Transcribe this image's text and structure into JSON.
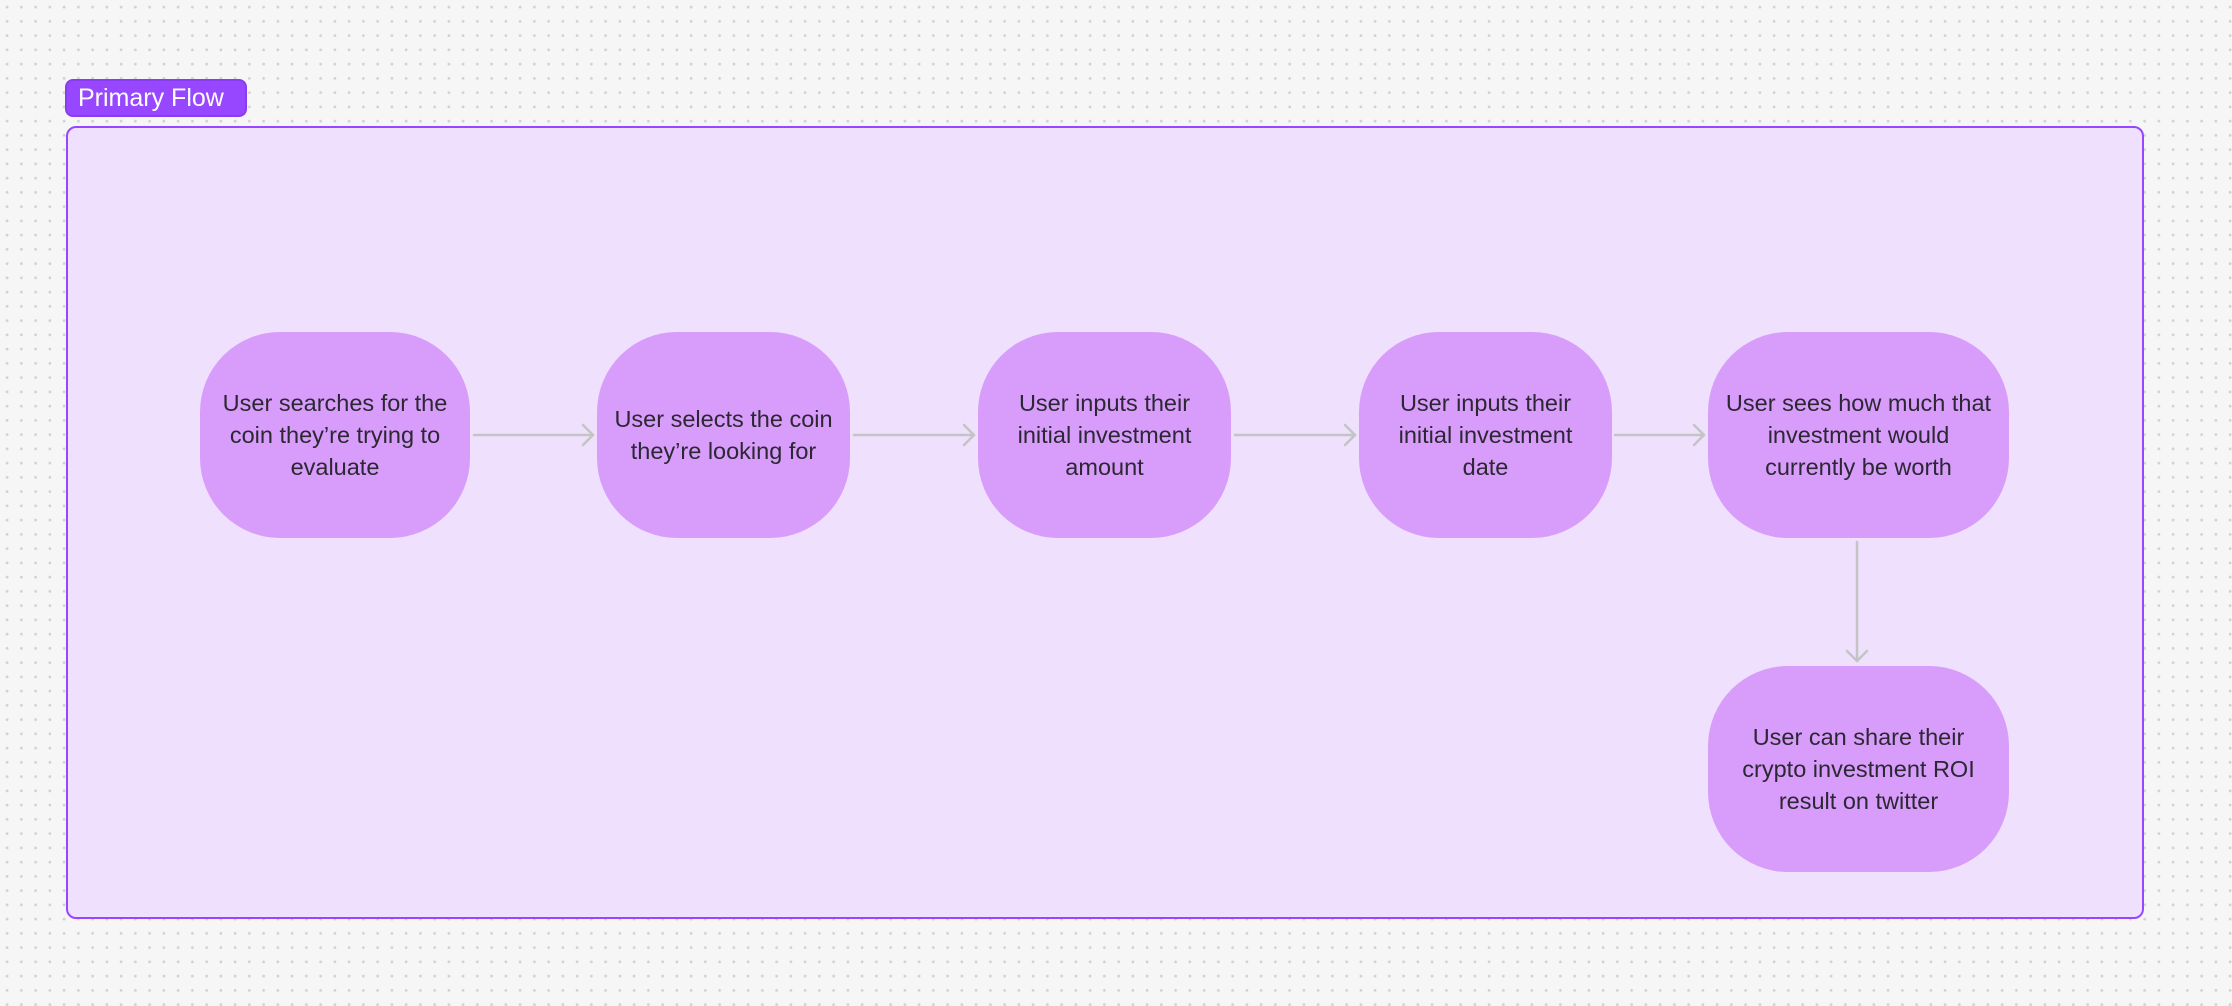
{
  "section": {
    "label": "Primary Flow"
  },
  "colors": {
    "section_accent": "#9747ff",
    "section_fill": "#efe0fd",
    "node_fill": "#d89cfb",
    "connector": "#c4c4c4",
    "node_text": "#2b2733"
  },
  "nodes": [
    {
      "id": "search",
      "text": "User searches for the coin they’re trying to evaluate"
    },
    {
      "id": "select",
      "text": "User selects the coin they’re looking for"
    },
    {
      "id": "amount",
      "text": "User inputs their initial investment amount"
    },
    {
      "id": "date",
      "text": "User inputs their initial investment date"
    },
    {
      "id": "worth",
      "text": "User sees how much that investment would currently be worth"
    },
    {
      "id": "share",
      "text": "User can share their crypto investment ROI result on twitter"
    }
  ],
  "edges": [
    {
      "from": "search",
      "to": "select"
    },
    {
      "from": "select",
      "to": "amount"
    },
    {
      "from": "amount",
      "to": "date"
    },
    {
      "from": "date",
      "to": "worth"
    },
    {
      "from": "worth",
      "to": "share"
    }
  ]
}
